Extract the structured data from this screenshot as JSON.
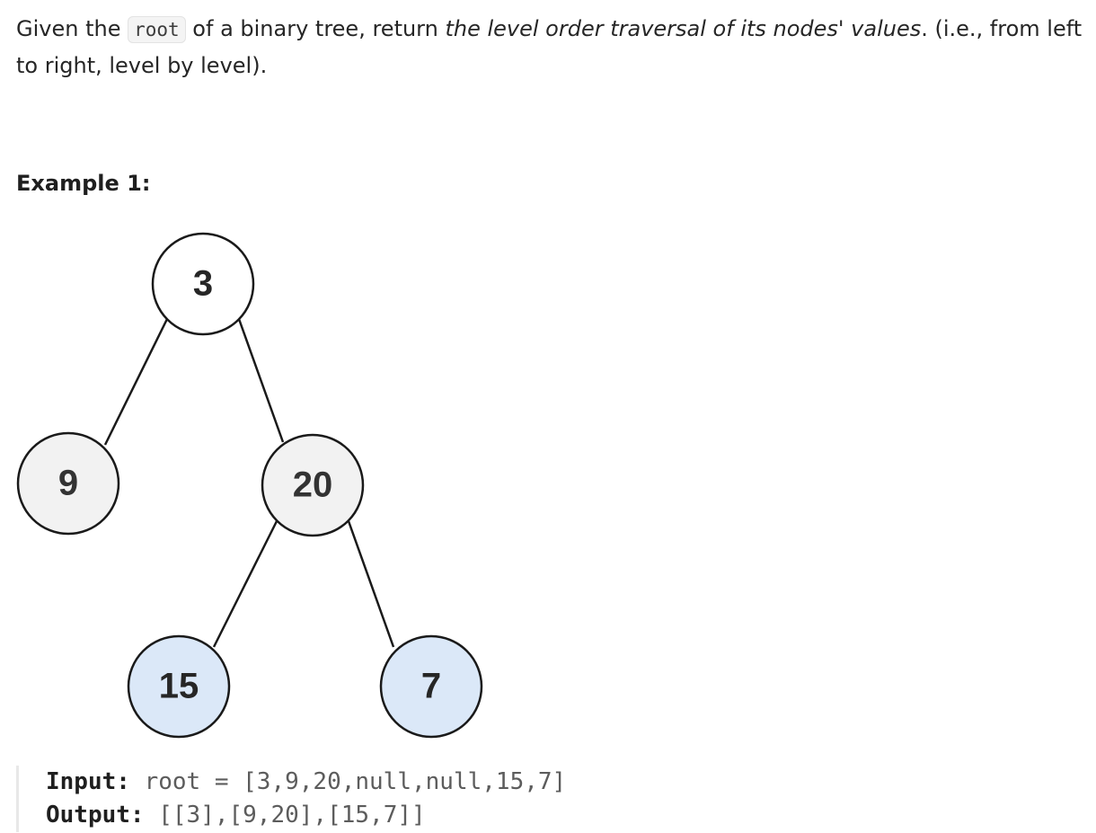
{
  "description": {
    "part1": "Given the ",
    "code_root": "root",
    "part2": " of a binary tree, return ",
    "emphasis": "the level order traversal of its nodes' values",
    "part3": ". (i.e., from left to right, level by level)."
  },
  "example": {
    "heading": "Example 1:",
    "tree": {
      "nodes": [
        {
          "id": "n3",
          "label": "3",
          "fill": "#ffffff"
        },
        {
          "id": "n9",
          "label": "9",
          "fill": "#f2f2f2"
        },
        {
          "id": "n20",
          "label": "20",
          "fill": "#f2f2f2"
        },
        {
          "id": "n15",
          "label": "15",
          "fill": "#dbe8f8"
        },
        {
          "id": "n7",
          "label": "7",
          "fill": "#dbe8f8"
        }
      ],
      "edges": [
        {
          "from": "n3",
          "to": "n9"
        },
        {
          "from": "n3",
          "to": "n20"
        },
        {
          "from": "n20",
          "to": "n15"
        },
        {
          "from": "n20",
          "to": "n7"
        }
      ]
    },
    "input_label": "Input:",
    "input_value": "root = [3,9,20,null,null,15,7]",
    "output_label": "Output:",
    "output_value": "[[3],[9,20],[15,7]]"
  }
}
